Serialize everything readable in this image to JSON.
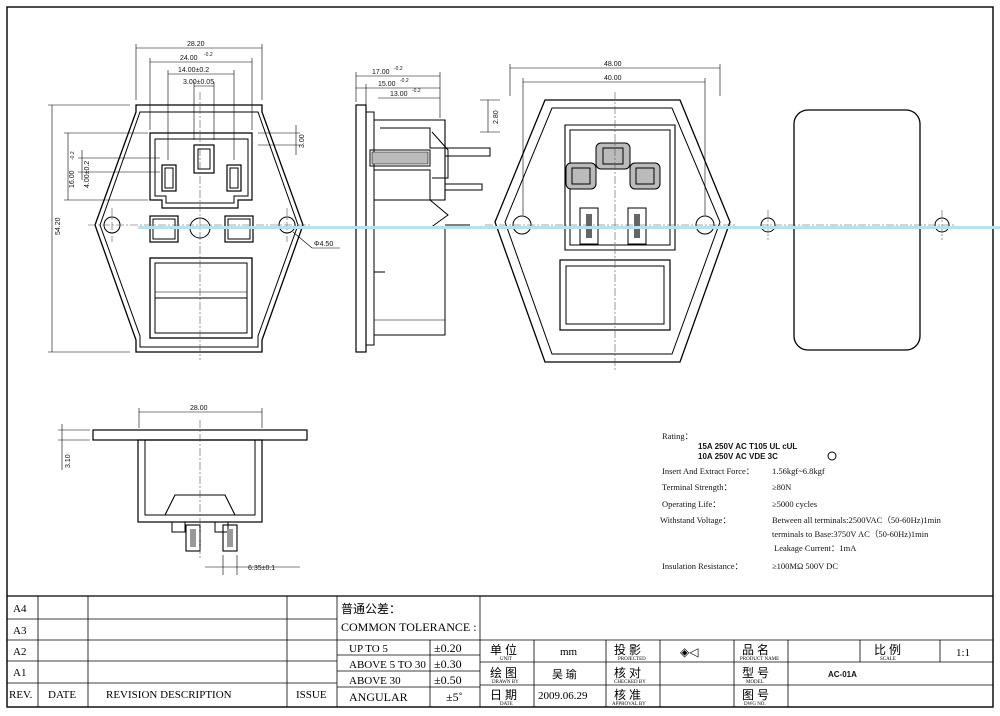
{
  "dimensions": {
    "front_w1": "28.20",
    "front_w2": "24.00",
    "front_w2_tol": "-0.2",
    "front_w3": "14.00±0.2",
    "front_w4": "3.00±0.05",
    "front_h_total": "54.20",
    "front_h1": "16.00",
    "front_h1_tol": "-0.2",
    "front_h2": "4.00±0.2",
    "front_h3": "3.00",
    "hole_dia": "Φ4.50",
    "side_d1": "17.00",
    "side_d1_tol": "-0.2",
    "side_d2": "15.00",
    "side_d2_tol": "-0.2",
    "side_d3": "13.00",
    "side_d3_tol": "-0.2",
    "side_d4": "2.80",
    "rear_w1": "48.00",
    "rear_w2": "40.00",
    "bottom_w": "28.00",
    "bottom_h": "3.10",
    "bottom_pin": "6.35±0.1"
  },
  "specs": {
    "rating_label": "Rating：",
    "rating_line1": "15A 250V AC   T105   UL   cUL",
    "rating_line2": "10A 250V AC   VDE   3C",
    "insert_label": "Insert And Extract Force：",
    "insert_value": "1.56kgf~6.8kgf",
    "terminal_label": "Terminal Strength：",
    "terminal_value": "≥80N",
    "life_label": "Operating Life：",
    "life_value": "≥5000  cycles",
    "withstand_label": "Withstand Voltage：",
    "withstand_value1": "Between all terminals:2500VAC（50-60Hz)1min",
    "withstand_value2": "terminals to Base:3750V AC（50-60Hz)1min",
    "leakage": "Leakage Current：1mA",
    "insulation_label": "Insulation Resistance：",
    "insulation_value": "≥100MΩ  500V DC"
  },
  "revision_block": {
    "rows": [
      "A4",
      "A3",
      "A2",
      "A1"
    ],
    "header_rev": "REV.",
    "header_date": "DATE",
    "header_desc": "REVISION  DESCRIPTION",
    "header_issue": "ISSUE"
  },
  "tolerance": {
    "title_cn": "普通公差：",
    "title_en": "COMMON TOLERANCE :",
    "rows": [
      {
        "range": "UP TO 5",
        "value": "±0.20"
      },
      {
        "range": "ABOVE 5 TO 30",
        "value": "±0.30"
      },
      {
        "range": "ABOVE 30",
        "value": "±0.50"
      },
      {
        "range": "ANGULAR",
        "value": "±5˚"
      }
    ]
  },
  "title_block": {
    "unit_cn": "单 位",
    "unit_en": "UNIT",
    "unit_value": "mm",
    "projected_cn": "投 影",
    "projected_en": "PROJECTED",
    "projection_symbol": "◈◁",
    "drawn_cn": "绘 图",
    "drawn_en": "DRAWN BY",
    "drawn_value": "吴  瑜",
    "checked_cn": "核 对",
    "checked_en": "CHECKED BY",
    "date_cn": "日 期",
    "date_en": "DATE",
    "date_value": "2009.06.29",
    "approval_cn": "核 准",
    "approval_en": "APPROVAL BY",
    "product_cn": "品 名",
    "product_en": "PRODUCT NAME",
    "model_cn": "型 号",
    "model_en": "MODEL",
    "model_value": "AC-01A",
    "dwg_cn": "图 号",
    "dwg_en": "DWG NO.",
    "scale_cn": "比 例",
    "scale_en": "SCALE",
    "scale_value": "1:1"
  }
}
